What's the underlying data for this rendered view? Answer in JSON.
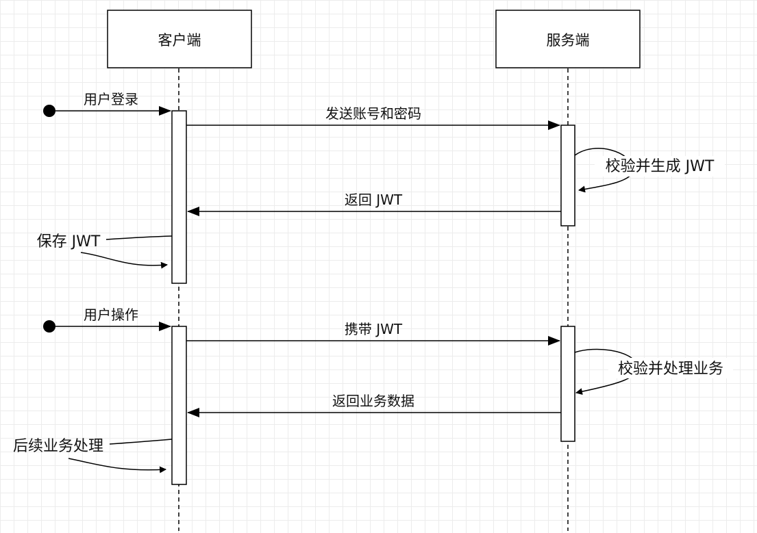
{
  "participants": {
    "client": "客户端",
    "server": "服务端"
  },
  "messages": {
    "user_login": "用户登录",
    "send_credentials": "发送账号和密码",
    "verify_generate": "校验并生成 JWT",
    "return_jwt": "返回 JWT",
    "save_jwt": "保存 JWT",
    "user_operation": "用户操作",
    "carry_jwt": "携带 JWT",
    "verify_process": "校验并处理业务",
    "return_data": "返回业务数据",
    "follow_up": "后续业务处理"
  },
  "colors": {
    "line": "#000000",
    "grid": "#ececec",
    "background": "#ffffff"
  }
}
